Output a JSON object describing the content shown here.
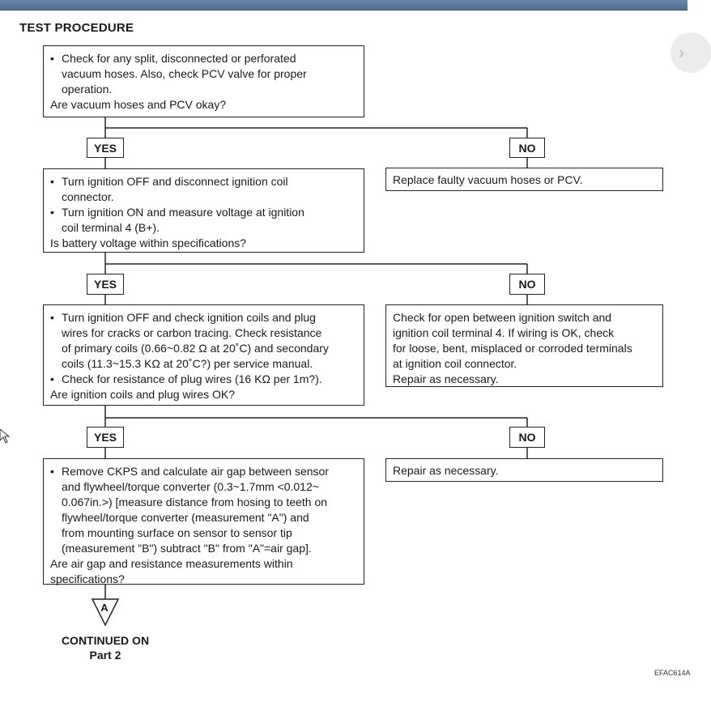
{
  "title": "TEST PROCEDURE",
  "steps": [
    {
      "bullets": [
        [
          "Check for any split, disconnected or perforated",
          "vacuum hoses. Also, check PCV valve for proper",
          "operation."
        ]
      ],
      "question": "Are vacuum hoses and PCV okay?",
      "yes_label": "YES",
      "no_label": "NO",
      "no_action": [
        "Replace faulty vacuum hoses or PCV."
      ]
    },
    {
      "bullets": [
        [
          "Turn ignition OFF and disconnect ignition coil",
          "connector."
        ],
        [
          "Turn ignition ON and measure voltage at ignition",
          "coil terminal 4 (B+)."
        ]
      ],
      "question": "Is battery voltage within specifications?",
      "yes_label": "YES",
      "no_label": "NO",
      "no_action": [
        "Check for open between ignition switch and",
        "ignition coil terminal 4. If wiring is OK, check",
        "for loose, bent, misplaced or corroded terminals",
        "at ignition coil connector.",
        "Repair as necessary."
      ]
    },
    {
      "bullets": [
        [
          "Turn ignition OFF and check ignition coils and plug",
          "wires for cracks or carbon tracing. Check resistance",
          "of primary coils (0.66~0.82 Ω at 20˚C) and secondary",
          "coils (11.3~15.3 KΩ at 20˚C?) per service manual."
        ],
        [
          "Check for resistance of plug wires (16 KΩ per 1m?)."
        ]
      ],
      "question": "Are ignition coils and plug wires OK?",
      "yes_label": "YES",
      "no_label": "NO",
      "no_action": [
        "Repair as necessary."
      ]
    },
    {
      "bullets": [
        [
          "Remove CKPS and calculate air gap between sensor",
          "and flywheel/torque converter (0.3~1.7mm <0.012~",
          "0.067in.>) [measure distance from hosing to teeth on",
          "flywheel/torque converter (measurement \"A\") and",
          "from mounting surface on sensor to sensor tip",
          "(measurement \"B\") subtract \"B\" from \"A\"=air gap]."
        ]
      ],
      "question": [
        "Are air gap and resistance measurements within",
        "specifications?"
      ]
    }
  ],
  "connector_letter": "A",
  "continued": [
    "CONTINUED ON",
    "Part 2"
  ],
  "figure_code": "EFAC614A"
}
